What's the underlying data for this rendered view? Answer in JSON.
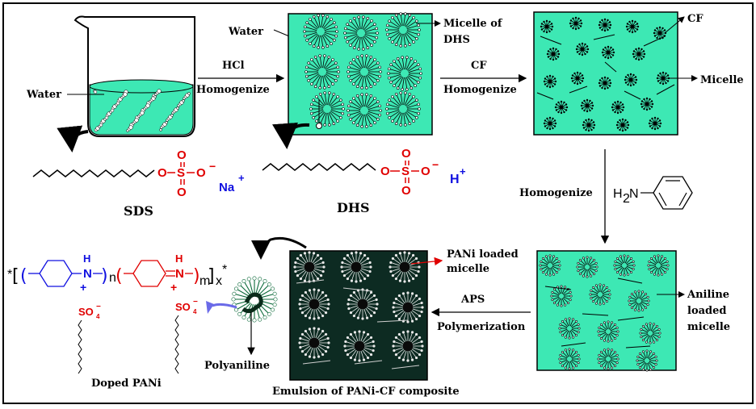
{
  "labels": {
    "water_beaker": "Water",
    "sds": "SDS",
    "dhs": "DHS",
    "water_top": "Water",
    "hcl": "HCl",
    "homogenize_1": "Homogenize",
    "micelle_of": "Micelle of",
    "dhs_label": "DHS",
    "cf_arrow": "CF",
    "homogenize_2": "Homogenize",
    "cf_top": "CF",
    "micelle": "Micelle",
    "homogenize_3": "Homogenize",
    "aniline_loaded": "Aniline",
    "aniline_loaded_2": "loaded",
    "aniline_loaded_3": "micelle",
    "aps": "APS",
    "polymerization": "Polymerization",
    "pani_loaded": "PANi loaded",
    "pani_loaded_2": "micelle",
    "polyaniline": "Polyaniline",
    "emulsion": "Emulsion of PANi-CF composite",
    "doped_pani": "Doped PANi"
  },
  "chem": {
    "o": "O",
    "s": "S",
    "minus": "−",
    "na": "Na",
    "plus": "+",
    "h_plus": "H",
    "h2n_h": "H",
    "h2n_2": "2",
    "h2n_n": "N",
    "nh": "N",
    "h": "H",
    "nh_eq": "=N",
    "so4": "SO",
    "so4_sub": "4",
    "so4_sup": "−",
    "n_sub": "n",
    "m_sub": "m",
    "x_sub": "x",
    "star": "*"
  },
  "colors": {
    "green_fill": "#3de8b4",
    "dark_fill": "#0d2b22",
    "red": "#e00000",
    "blue": "#1010e0"
  }
}
